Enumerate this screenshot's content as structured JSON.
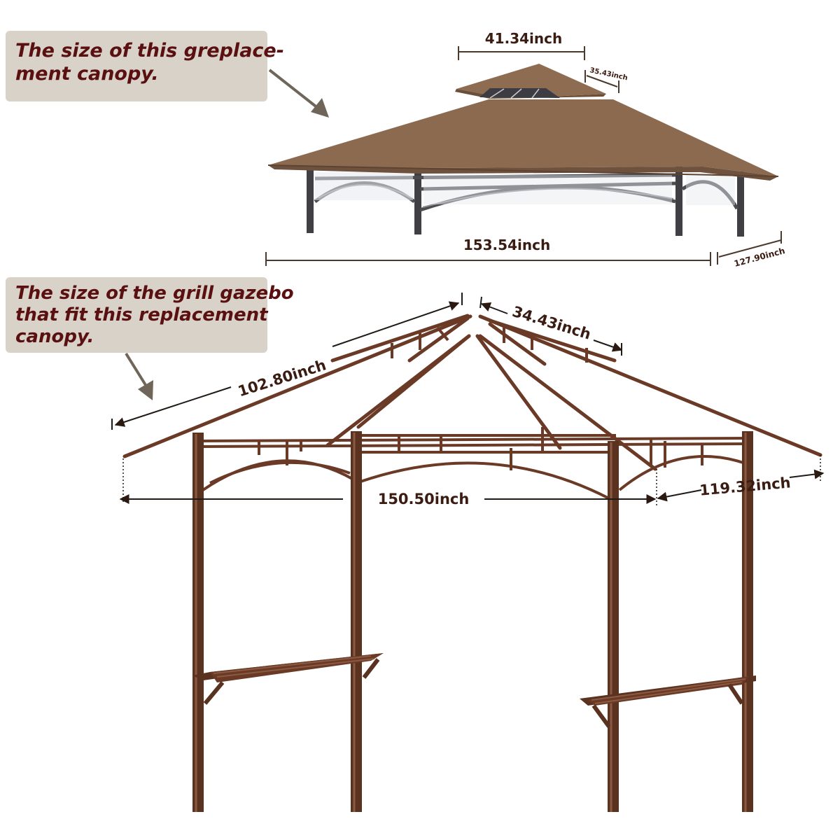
{
  "callouts": {
    "canopy": {
      "lines": [
        "The size of this greplace-",
        "ment canopy."
      ]
    },
    "gazebo": {
      "lines": [
        "The size of the grill gazebo",
        "that fit this replacement",
        "canopy."
      ]
    }
  },
  "dimensions": {
    "canopy_top_width": "41.34inch",
    "canopy_top_depth": "35.43inch",
    "canopy_length": "153.54inch",
    "canopy_depth": "127.90inch",
    "frame_roof_slope": "102.80inch",
    "frame_vent_width": "34.43inch",
    "frame_length": "150.50inch",
    "frame_depth": "119.32inch"
  },
  "colors": {
    "callout_bg": "#d8d2c9",
    "callout_text": "#5a1010",
    "canopy_fabric": "#8b6a50",
    "frame_brown": "#6b3a26",
    "steel": "#4a4a4a"
  }
}
